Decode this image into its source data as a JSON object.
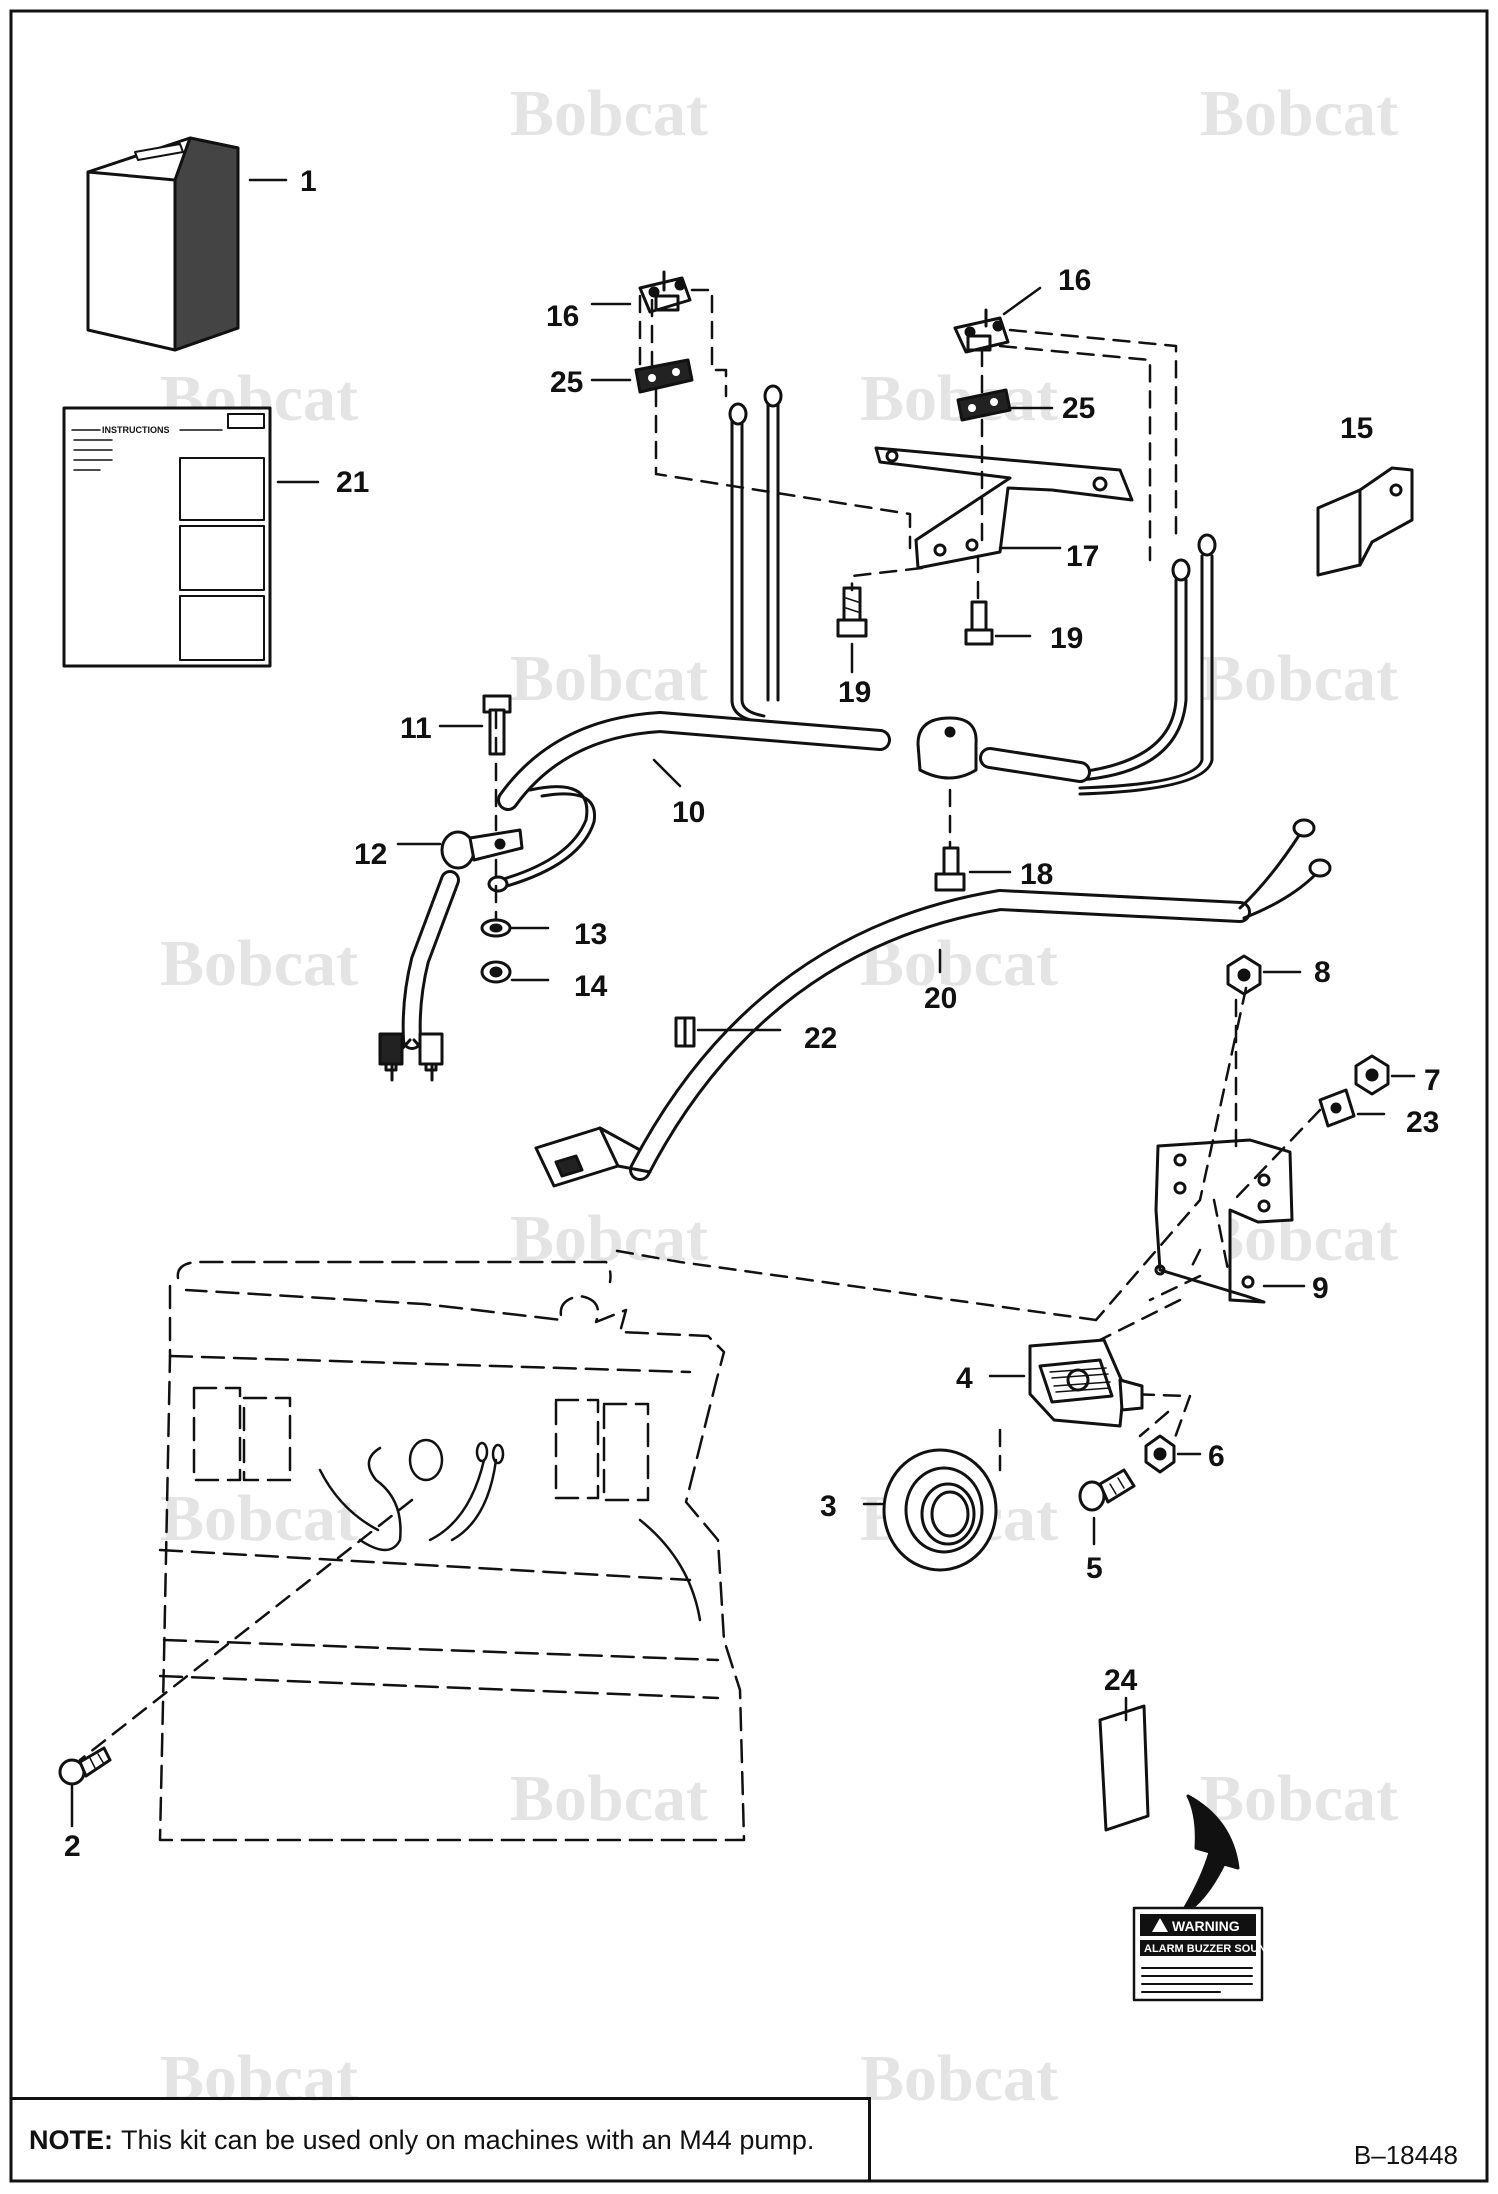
{
  "watermark": "Bobcat",
  "instructions_sheet": {
    "title": "INSTRUCTIONS"
  },
  "decal": {
    "warning_label": "WARNING",
    "subtext": "ALARM BUZZER SOUNDS"
  },
  "callouts": [
    "1",
    "2",
    "3",
    "4",
    "5",
    "6",
    "7",
    "8",
    "9",
    "10",
    "11",
    "12",
    "13",
    "14",
    "15",
    "16",
    "16",
    "17",
    "18",
    "19",
    "19",
    "20",
    "21",
    "22",
    "23",
    "24",
    "25",
    "25"
  ],
  "note": {
    "prefix": "NOTE:",
    "text": "This kit can be used only on machines with an M44 pump."
  },
  "drawing_id": "B–18448"
}
